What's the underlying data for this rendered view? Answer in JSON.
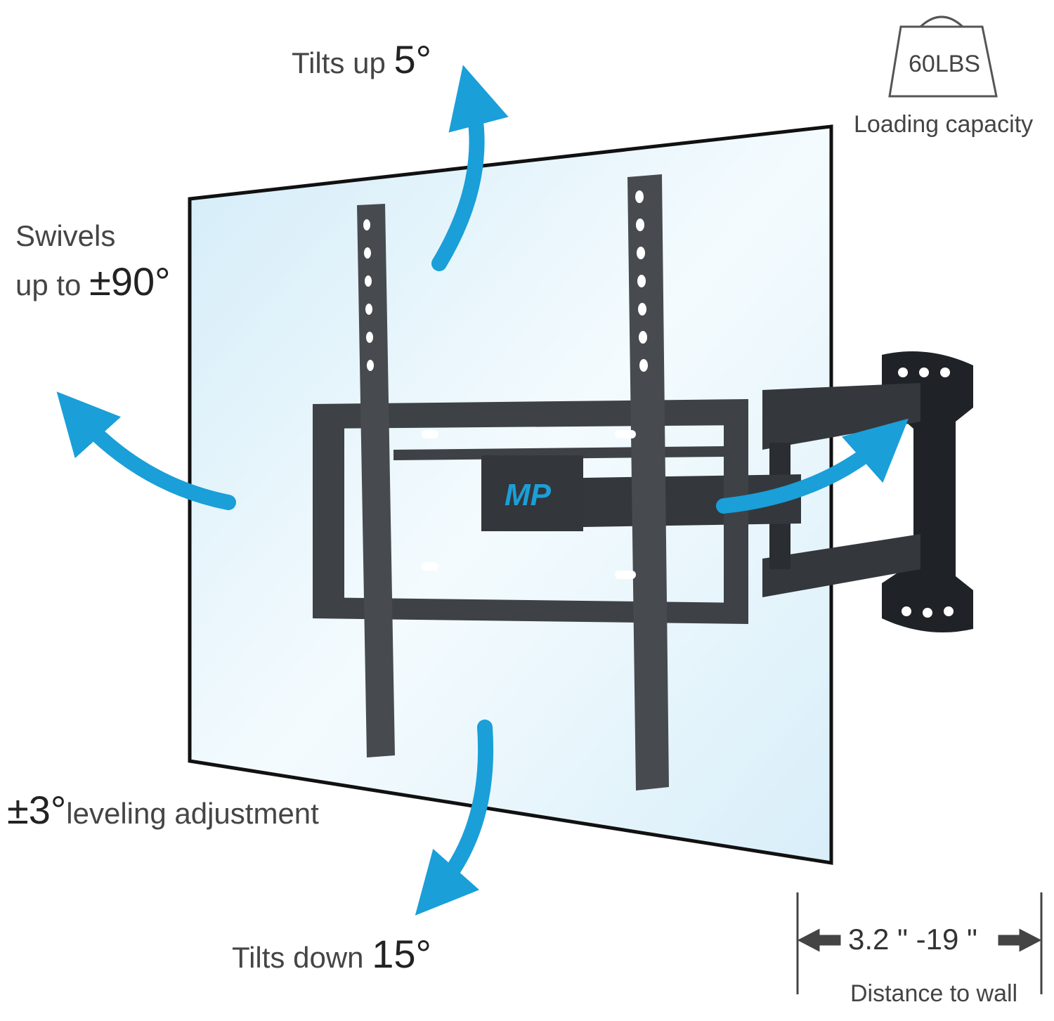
{
  "tilt_up": {
    "label": "Tilts up",
    "value": "5°"
  },
  "tilt_down": {
    "label": "Tilts down",
    "value": "15°"
  },
  "swivel": {
    "line1": "Swivels",
    "line2": "up to",
    "value": "±90°"
  },
  "leveling": {
    "value": "±3°",
    "label": "leveling adjustment"
  },
  "capacity": {
    "weight": "60LBS",
    "label": "Loading capacity"
  },
  "distance": {
    "range": "3.2 \" -19 \"",
    "label": "Distance to wall"
  },
  "logo": {
    "text": "MP"
  },
  "colors": {
    "arrow": "#1a9fd8",
    "bracket": "#3b3f44",
    "screen": "#e4f3fb"
  }
}
